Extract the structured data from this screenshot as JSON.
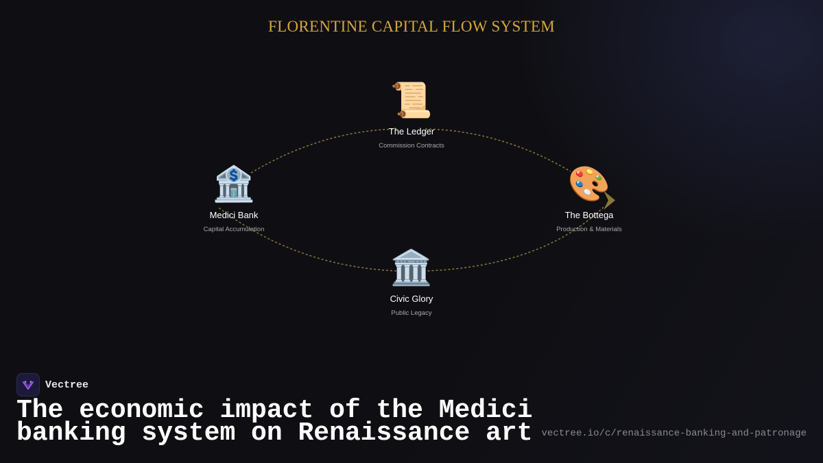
{
  "diagram": {
    "title": "FLORENTINE CAPITAL FLOW SYSTEM",
    "flow_color": "#8a7a3a",
    "title_color": "#d4a640",
    "nodes": [
      {
        "id": "ledger",
        "icon": "scroll-icon",
        "emoji": "📜",
        "name": "The Ledger",
        "subtitle": "Commission Contracts"
      },
      {
        "id": "bank",
        "icon": "bank-icon",
        "emoji": "🏦",
        "name": "Medici Bank",
        "subtitle": "Capital Accumulation"
      },
      {
        "id": "bottega",
        "icon": "palette-icon",
        "emoji": "🎨",
        "name": "The Bottega",
        "subtitle": "Production & Materials"
      },
      {
        "id": "civic",
        "icon": "classical-building-icon",
        "emoji": "🏛️",
        "name": "Civic Glory",
        "subtitle": "Public Legacy"
      }
    ],
    "edges": [
      {
        "from": "bank",
        "to": "ledger"
      },
      {
        "from": "ledger",
        "to": "bottega"
      },
      {
        "from": "bottega",
        "to": "civic"
      },
      {
        "from": "civic",
        "to": "bank"
      }
    ]
  },
  "footer": {
    "brand_name": "Vectree",
    "logo_icon": "vectree-logo-icon",
    "headline_line1": "The economic impact of the Medici",
    "headline_line2": "banking system on Renaissance art",
    "url": "vectree.io/c/renaissance-banking-and-patronage"
  }
}
